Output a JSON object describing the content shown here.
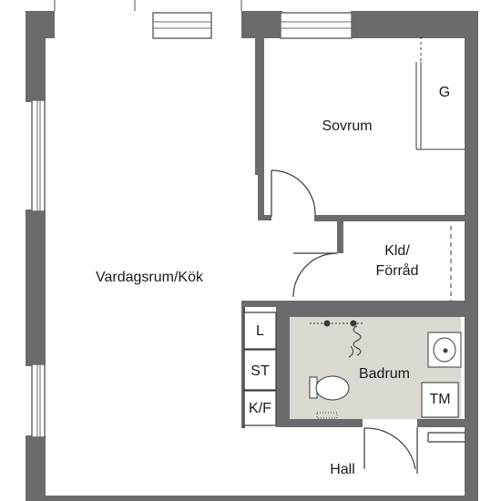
{
  "plan": {
    "rooms": {
      "living": "Vardagsrum/Kök",
      "bedroom": "Sovrum",
      "storage_line1": "Kld/",
      "storage_line2": "Förråd",
      "bathroom": "Badrum",
      "hall": "Hall"
    },
    "fixtures": {
      "wardrobe": "G",
      "closet": "L",
      "cabinet": "ST",
      "fridge_freezer": "K/F",
      "washer": "TM"
    }
  }
}
